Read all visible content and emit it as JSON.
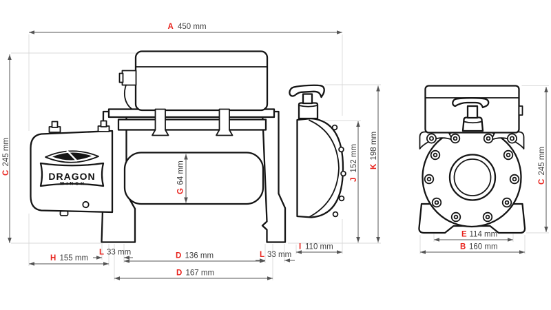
{
  "logo": {
    "brand": "DRAGON",
    "sub": "WINCH"
  },
  "colors": {
    "drawing_line": "#151515",
    "dimension_line": "#555555",
    "extension_line": "#d9d9d9",
    "dimension_letter": "#e8231d",
    "dimension_value": "#3f3f3f",
    "background": "#ffffff"
  },
  "dims": {
    "A": {
      "letter": "A",
      "value": "450 mm"
    },
    "B": {
      "letter": "B",
      "value": "160 mm"
    },
    "C_side": {
      "letter": "C",
      "value": "245 mm"
    },
    "C_front": {
      "letter": "C",
      "value": "245 mm"
    },
    "D_inner": {
      "letter": "D",
      "value": "136 mm"
    },
    "D_outer": {
      "letter": "D",
      "value": "167 mm"
    },
    "E": {
      "letter": "E",
      "value": "114 mm"
    },
    "G": {
      "letter": "G",
      "value": "64 mm"
    },
    "H": {
      "letter": "H",
      "value": "155 mm"
    },
    "I": {
      "letter": "I",
      "value": "110 mm"
    },
    "J": {
      "letter": "J",
      "value": "152 mm"
    },
    "K": {
      "letter": "K",
      "value": "198 mm"
    },
    "L_left": {
      "letter": "L",
      "value": "33 mm"
    },
    "L_right": {
      "letter": "L",
      "value": "33 mm"
    }
  }
}
